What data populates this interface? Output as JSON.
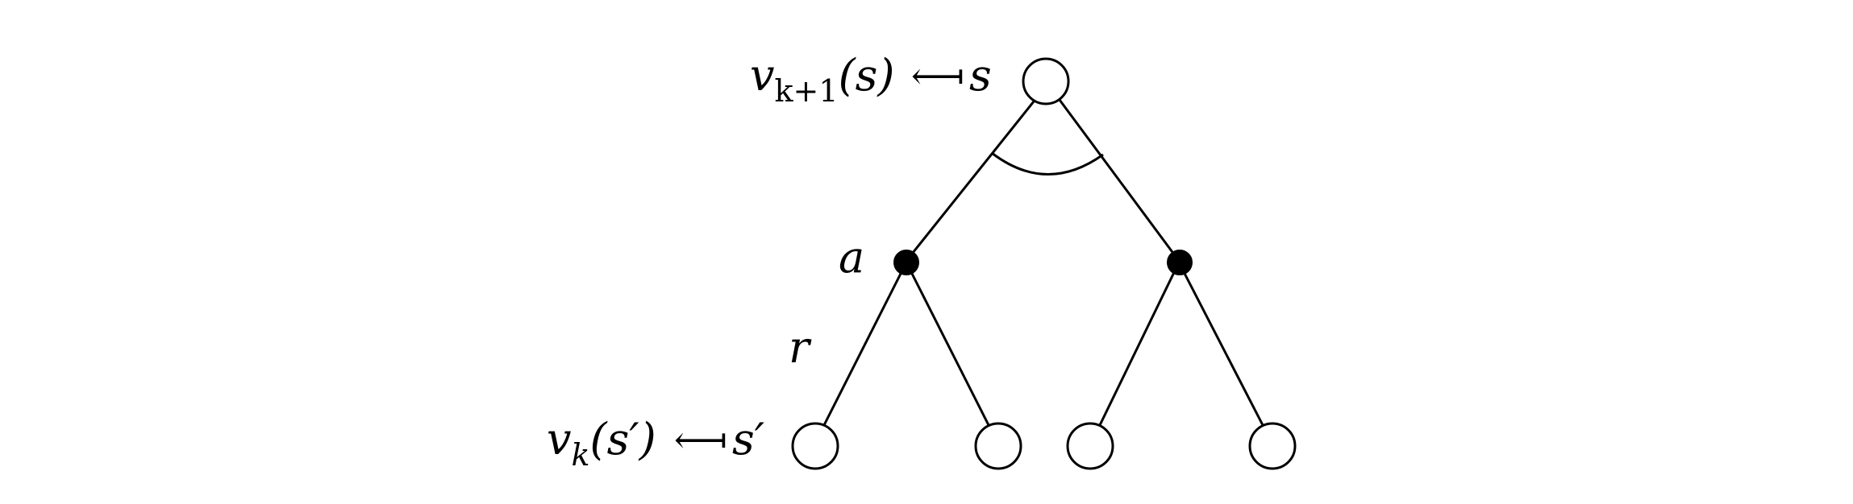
{
  "labels": {
    "root": {
      "value_fn": "v",
      "subscript": "k+1",
      "arg": "(s)",
      "arrow": "⟻",
      "state": "s"
    },
    "action": "a",
    "reward": "r",
    "leaf": {
      "value_fn": "v",
      "subscript": "k",
      "arg": "(s′)",
      "arrow": "⟻",
      "state": "s′"
    }
  },
  "colors": {
    "stroke": "#000000",
    "background": "#ffffff"
  }
}
